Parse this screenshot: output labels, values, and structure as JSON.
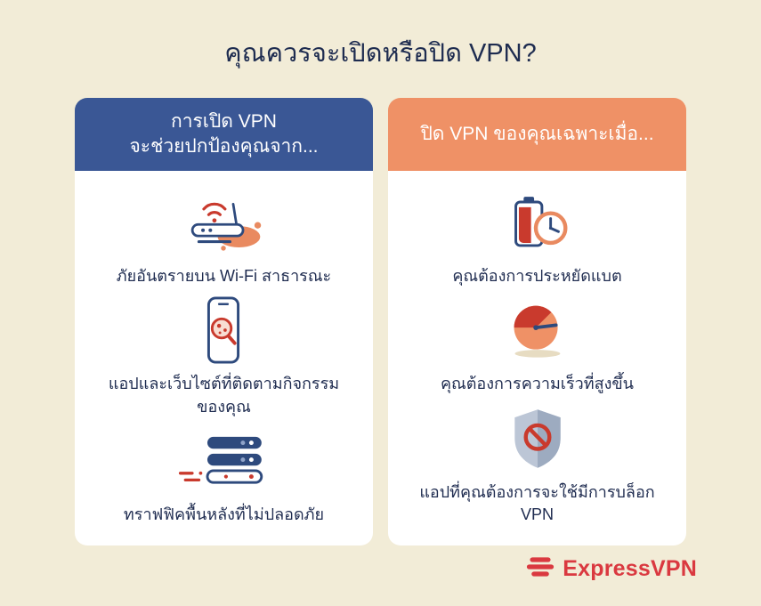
{
  "page": {
    "title": "คุณควรจะเปิดหรือปิด VPN?"
  },
  "colors": {
    "background": "#f2ecd7",
    "header_blue": "#3a5795",
    "header_orange": "#ef9166",
    "accent_red": "#c93a2d",
    "accent_salmon": "#ef9166",
    "icon_navy": "#2e4a7d",
    "text_navy": "#1f2c50",
    "brand_red": "#da3940"
  },
  "vpn_on_card": {
    "header": "การเปิด VPN\nจะช่วยปกป้องคุณจาก...",
    "items": [
      {
        "icon": "wifi-router-icon",
        "label": "ภัยอันตรายบน Wi-Fi สาธารณะ"
      },
      {
        "icon": "tracking-phone-icon",
        "label": "แอปและเว็บไซต์ที่ติดตามกิจกรรม\nของคุณ"
      },
      {
        "icon": "server-traffic-icon",
        "label": "ทราฟฟิคพื้นหลังที่ไม่ปลอดภัย"
      }
    ]
  },
  "vpn_off_card": {
    "header": "ปิด VPN ของคุณเฉพาะเมื่อ...",
    "items": [
      {
        "icon": "battery-clock-icon",
        "label": "คุณต้องการประหยัดแบต"
      },
      {
        "icon": "speedometer-icon",
        "label": "คุณต้องการความเร็วที่สูงขึ้น"
      },
      {
        "icon": "blocked-shield-icon",
        "label": "แอปที่คุณต้องการจะใช้มีการบล็อก\nVPN"
      }
    ]
  },
  "footer": {
    "brand": "ExpressVPN"
  }
}
